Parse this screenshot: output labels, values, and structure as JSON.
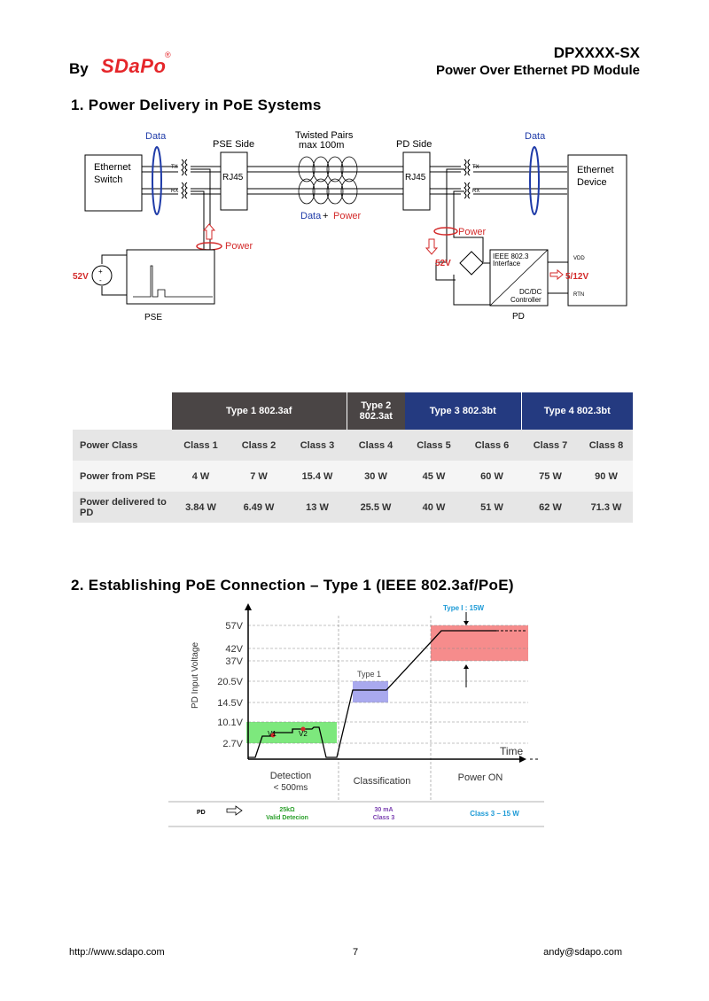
{
  "header": {
    "by": "By",
    "brand": "SDaPo",
    "registered": "®",
    "model": "DPXXXX-SX",
    "subtitle": "Power Over Ethernet PD Module"
  },
  "section1": {
    "title": "1. Power Delivery in PoE Systems",
    "diagram": {
      "data_left": "Data",
      "data_right": "Data",
      "pse_side": "PSE Side",
      "pd_side": "PD Side",
      "twisted_1": "Twisted Pairs",
      "twisted_2": "max 100m",
      "switch_1": "Ethernet",
      "switch_2": "Switch",
      "device_1": "Ethernet",
      "device_2": "Device",
      "rj45_left": "RJ45",
      "rj45_right": "RJ45",
      "tx": "TX",
      "rx": "RX",
      "data_label": "Data",
      "plus": "+",
      "power_label": "Power",
      "power_left": "Power",
      "power_right": "Power",
      "v52_left": "52V",
      "v52_right": "52V",
      "pse": "PSE",
      "pd": "PD",
      "ieee_1": "IEEE 802.3",
      "ieee_2": "Interface",
      "dcdc_1": "DC/DC",
      "dcdc_2": "Controller",
      "vdd": "VDD",
      "rtn": "RTN",
      "out_v": "5/12V"
    }
  },
  "table": {
    "header": [
      "Type 1 802.3af",
      "Type 2 802.3at",
      "Type 3 802.3bt",
      "Type 4 802.3bt"
    ],
    "type2_line1": "Type 2",
    "type2_line2": "802.3at",
    "rows": [
      {
        "label": "Power Class",
        "cells": [
          "Class 1",
          "Class 2",
          "Class 3",
          "Class 4",
          "Class 5",
          "Class 6",
          "Class 7",
          "Class 8"
        ]
      },
      {
        "label": "Power from PSE",
        "cells": [
          "4 W",
          "7 W",
          "15.4 W",
          "30 W",
          "45 W",
          "60 W",
          "75 W",
          "90 W"
        ]
      },
      {
        "label": "Power delivered to PD",
        "cells": [
          "3.84 W",
          "6.49 W",
          "13 W",
          "25.5 W",
          "40 W",
          "51 W",
          "62 W",
          "71.3 W"
        ]
      }
    ]
  },
  "section2": {
    "title": "2. Establishing PoE Connection – Type 1 (IEEE 802.3af/PoE)",
    "chart": {
      "ylabel": "PD Input Voltage",
      "yticks": [
        "57V",
        "42V",
        "37V",
        "20.5V",
        "14.5V",
        "10.1V",
        "2.7V"
      ],
      "time": "Time",
      "type1_power": "Type I : 15W",
      "type1": "Type 1",
      "v1": "V1",
      "v2": "V2",
      "phase_detection": "Detection",
      "phase_detection_sub": "< 500ms",
      "phase_classification": "Classification",
      "phase_power": "Power ON",
      "pd": "PD",
      "detect_1": "25kΩ",
      "detect_2": "Valid Detecion",
      "class_1": "30 mA",
      "class_2": "Class 3",
      "power_text": "Class 3 – 15 W"
    },
    "chart_data": {
      "type": "line",
      "ylabel": "PD Input Voltage",
      "xlabel": "Time",
      "y_ticks_volts": [
        2.7,
        10.1,
        14.5,
        20.5,
        37,
        42,
        57
      ],
      "phases": [
        "Detection",
        "Classification",
        "Power ON"
      ],
      "bands": [
        {
          "phase": "Detection",
          "range_v": [
            2.7,
            10.1
          ],
          "color": "#7de87d"
        },
        {
          "phase": "Classification",
          "range_v": [
            14.5,
            20.5
          ],
          "color": "#a9a9ee"
        },
        {
          "phase": "Power ON",
          "range_v": [
            37,
            57
          ],
          "color": "#f68c8c"
        }
      ]
    }
  },
  "footer": {
    "url": "http://www.sdapo.com",
    "page": "7",
    "email": "andy@sdapo.com"
  }
}
